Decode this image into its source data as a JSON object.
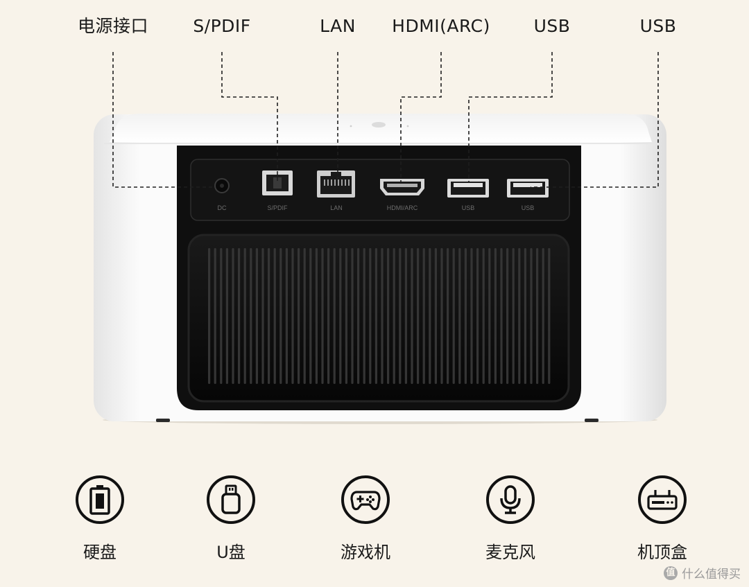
{
  "top_labels": [
    "电源接口",
    "S/PDIF",
    "LAN",
    "HDMI(ARC)",
    "USB",
    "USB"
  ],
  "port_labels": [
    "DC",
    "S/PDIF",
    "LAN",
    "HDMI/ARC",
    "USB",
    "USB"
  ],
  "features": [
    {
      "label": "硬盘",
      "icon": "hard-drive-icon"
    },
    {
      "label": "U盘",
      "icon": "usb-drive-icon"
    },
    {
      "label": "游戏机",
      "icon": "gamepad-icon"
    },
    {
      "label": "麦克风",
      "icon": "microphone-icon"
    },
    {
      "label": "机顶盒",
      "icon": "set-top-box-icon"
    }
  ],
  "watermark": {
    "icon_glyph": "值",
    "text": "什么值得买"
  }
}
